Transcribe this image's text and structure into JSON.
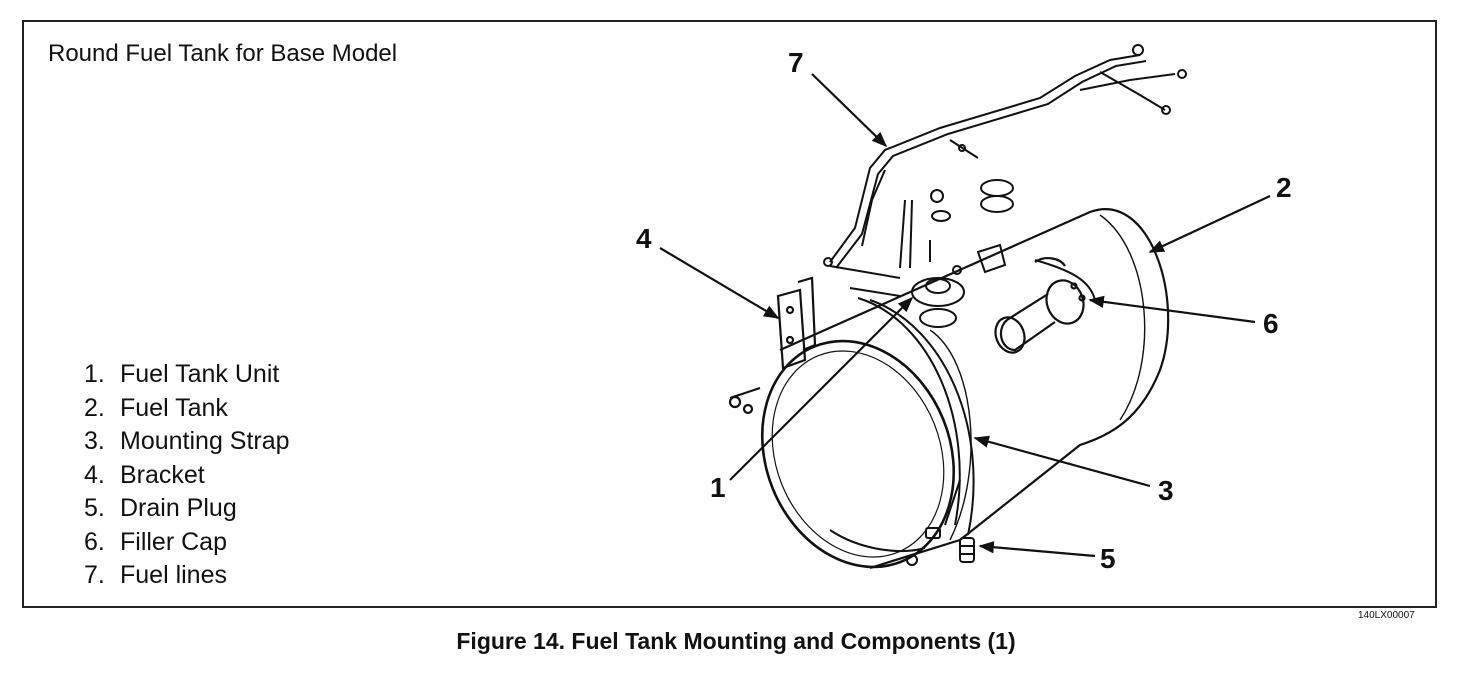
{
  "frame_title": "Round Fuel Tank for Base Model",
  "legend": [
    {
      "num": "1.",
      "label": "Fuel Tank Unit"
    },
    {
      "num": "2.",
      "label": "Fuel Tank"
    },
    {
      "num": "3.",
      "label": "Mounting Strap"
    },
    {
      "num": "4.",
      "label": "Bracket"
    },
    {
      "num": "5.",
      "label": "Drain Plug"
    },
    {
      "num": "6.",
      "label": "Filler Cap"
    },
    {
      "num": "7.",
      "label": "Fuel lines"
    }
  ],
  "callouts": {
    "c1": "1",
    "c2": "2",
    "c3": "3",
    "c4": "4",
    "c5": "5",
    "c6": "6",
    "c7": "7"
  },
  "drawing_id": "140LX00007",
  "caption": "Figure 14.  Fuel Tank Mounting and Components (1)"
}
